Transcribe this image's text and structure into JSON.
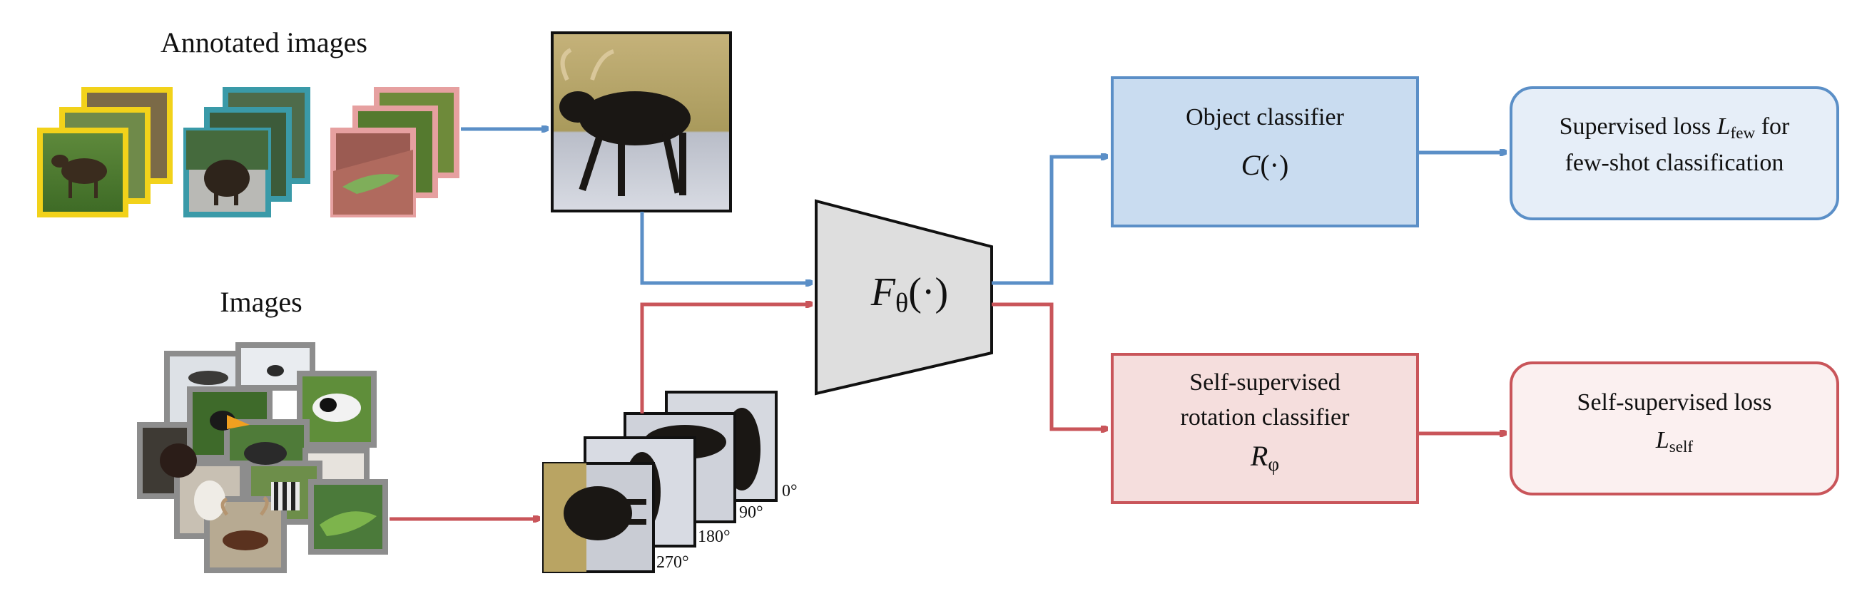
{
  "labels": {
    "annotated_images": "Annotated images",
    "images": "Images"
  },
  "feature_extractor": {
    "symbol": "F",
    "subscript": "θ",
    "args": "(·)"
  },
  "object_classifier": {
    "title": "Object classifier",
    "symbol": "C",
    "args": "(·)"
  },
  "supervised_loss": {
    "line1_prefix": "Supervised loss ",
    "symbol": "L",
    "subscript": "few",
    "line1_suffix": " for",
    "line2": "few-shot classification"
  },
  "rotation_classifier": {
    "line1": "Self-supervised",
    "line2": "rotation classifier",
    "symbol": "R",
    "subscript": "φ"
  },
  "self_supervised_loss": {
    "line1": "Self-supervised loss",
    "symbol": "L",
    "subscript": "self"
  },
  "rotation_angles": [
    "0°",
    "90°",
    "180°",
    "270°"
  ],
  "colors": {
    "blue_stroke": "#5b8fc7",
    "blue_fill": "#c9dcf0",
    "blue_loss_fill": "#e6eef8",
    "red_stroke": "#c9555a",
    "red_fill": "#f5dedd",
    "red_loss_fill": "#fbf0f0",
    "trapezoid_fill": "#dedede",
    "yellow_frame": "#f2d21a",
    "teal_frame": "#3a9aa8",
    "pink_frame": "#e6a0a0",
    "gray_frame": "#8d8d8d"
  }
}
